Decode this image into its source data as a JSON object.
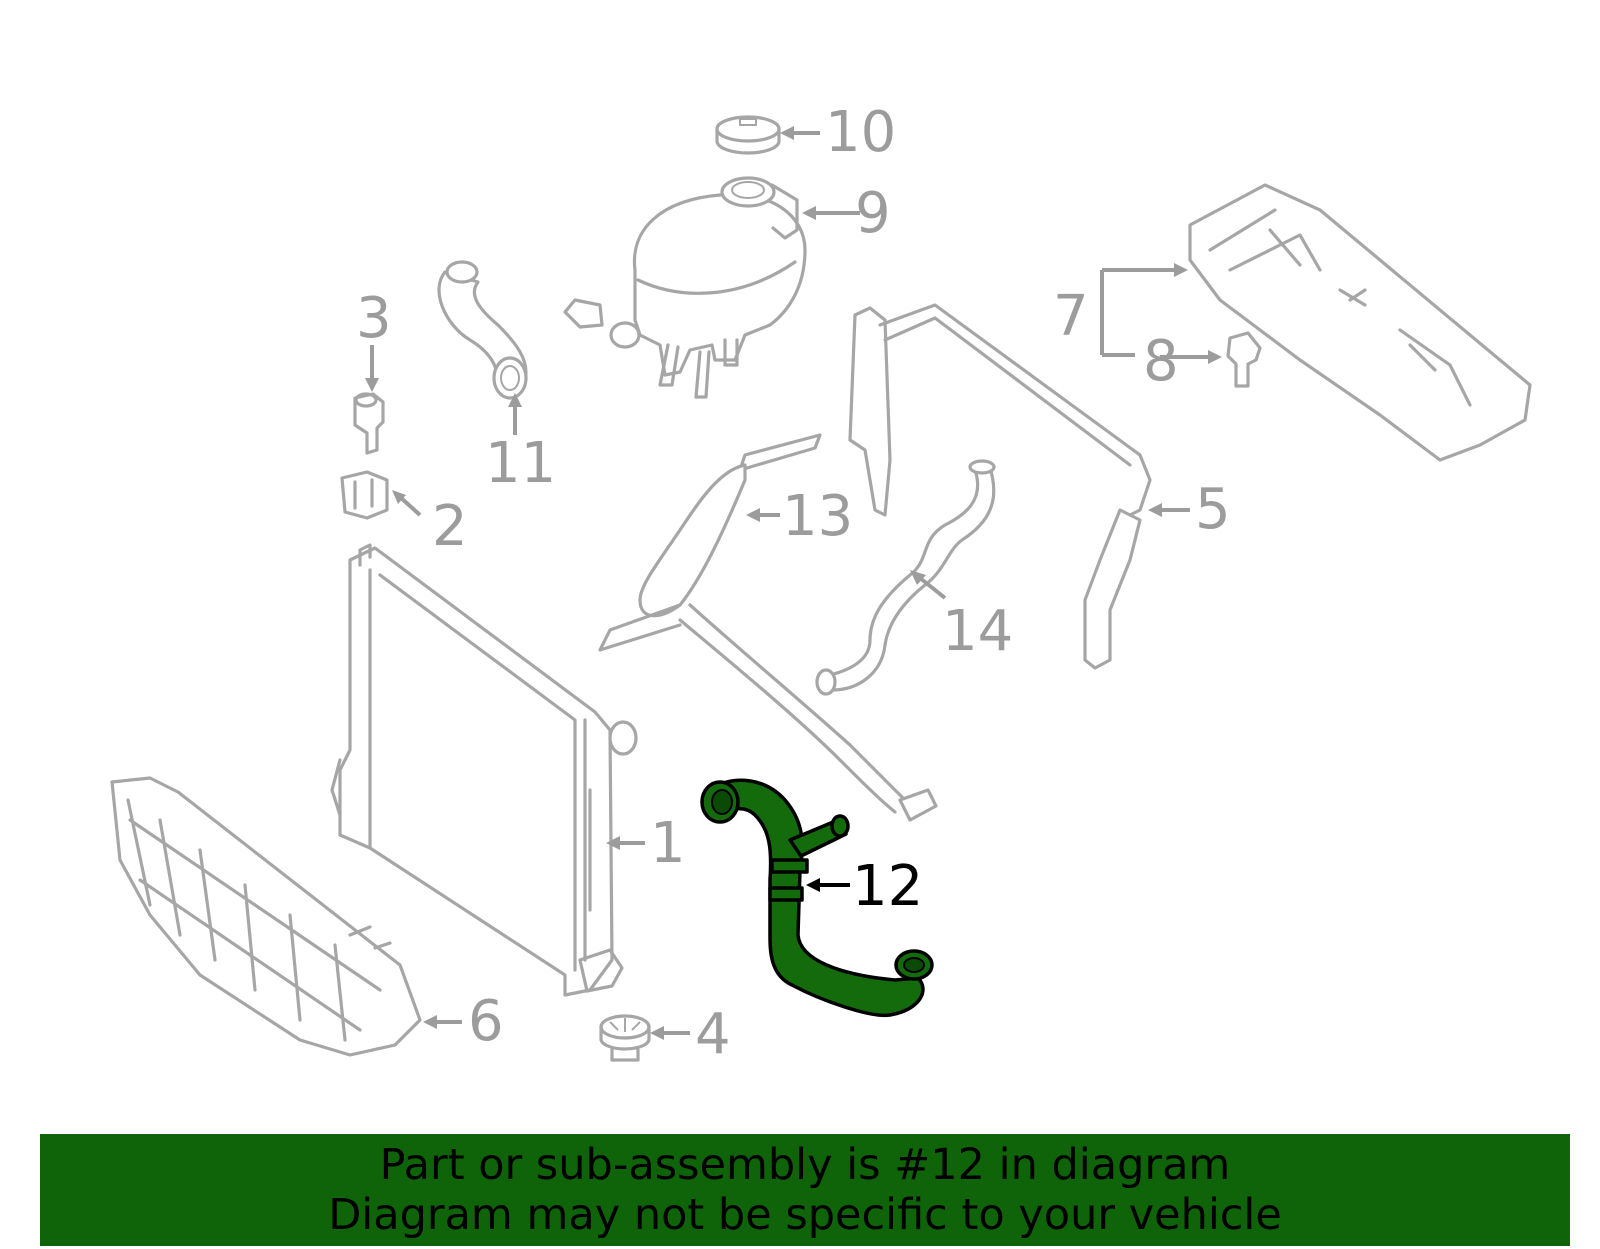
{
  "callouts": {
    "c1": "1",
    "c2": "2",
    "c3": "3",
    "c4": "4",
    "c5": "5",
    "c6": "6",
    "c7": "7",
    "c8": "8",
    "c9": "9",
    "c10": "10",
    "c11": "11",
    "c12": "12",
    "c13": "13",
    "c14": "14"
  },
  "highlighted_part": "12",
  "colors": {
    "highlight": "#136b0c",
    "part_outline": "#a6a6a6",
    "banner": "#0f6308"
  },
  "banner": {
    "line1": "Part or sub-assembly is #12 in diagram",
    "line2": "Diagram may not be specific to your vehicle"
  }
}
